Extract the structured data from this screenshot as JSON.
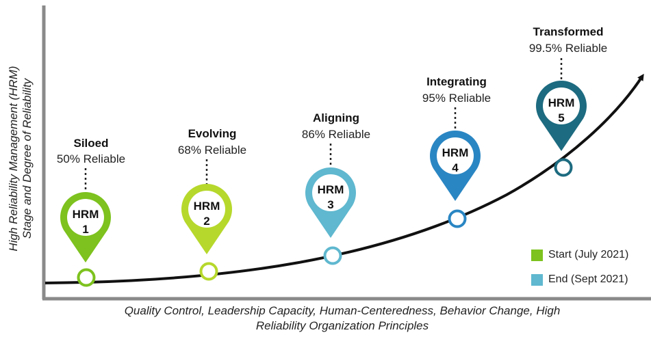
{
  "axes": {
    "y_label_line1": "High Reliability Management (HRM)",
    "y_label_line2": "Stage and Degree of Reliability",
    "x_label_line1": "Quality Control, Leadership Capacity, Human-Centeredness, Behavior Change, High",
    "x_label_line2": "Reliability Organization Principles"
  },
  "stages": [
    {
      "title": "Siloed",
      "reliability": "50% Reliable",
      "pin_line1": "HRM",
      "pin_line2": "1",
      "color": "#7dc21e"
    },
    {
      "title": "Evolving",
      "reliability": "68% Reliable",
      "pin_line1": "HRM",
      "pin_line2": "2",
      "color": "#b6d82c"
    },
    {
      "title": "Aligning",
      "reliability": "86% Reliable",
      "pin_line1": "HRM",
      "pin_line2": "3",
      "color": "#5fb8cf"
    },
    {
      "title": "Integrating",
      "reliability": "95% Reliable",
      "pin_line1": "HRM",
      "pin_line2": "4",
      "color": "#2a86c3"
    },
    {
      "title": "Transformed",
      "reliability": "99.5% Reliable",
      "pin_line1": "HRM",
      "pin_line2": "5",
      "color": "#1d6b80"
    }
  ],
  "legend": [
    {
      "label": "Start (July 2021)",
      "color": "#7dc21e"
    },
    {
      "label": "End (Sept 2021)",
      "color": "#5fb8cf"
    }
  ]
}
